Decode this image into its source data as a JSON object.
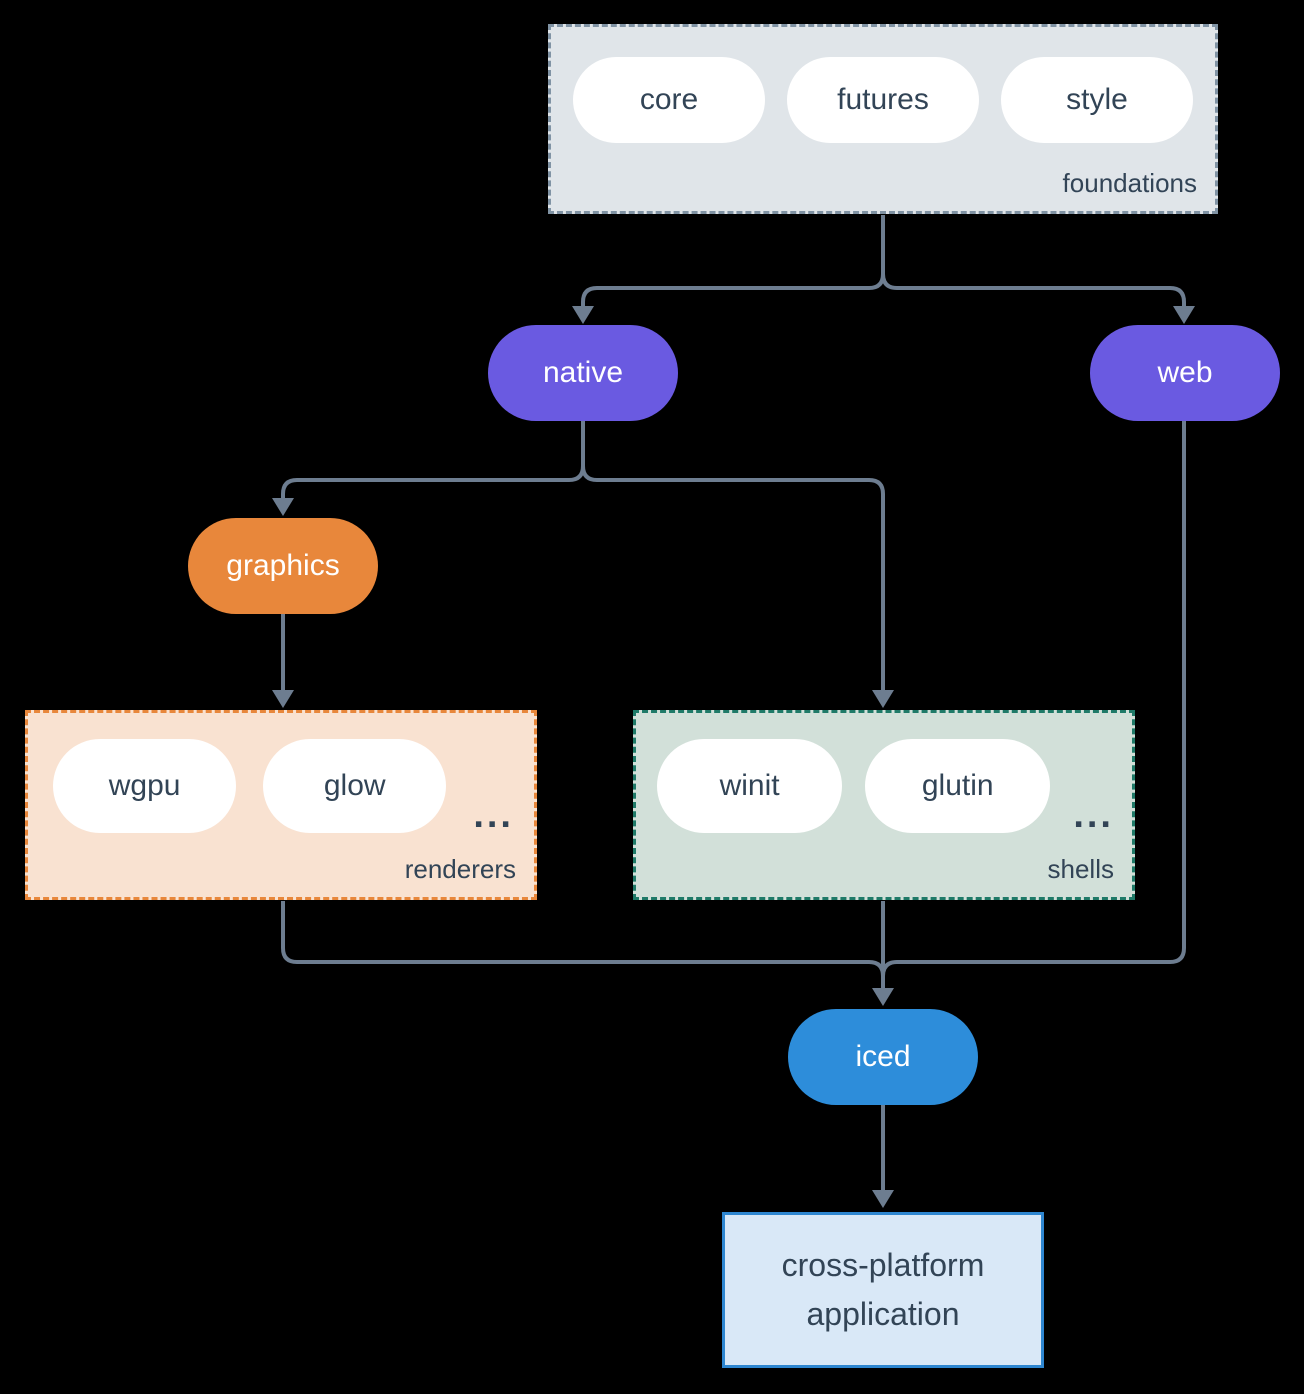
{
  "colors": {
    "background": "#000000",
    "arrow": "#6d7d90",
    "text_dark": "#324456",
    "text_light": "#ffffff",
    "pill_fill": "#ffffff",
    "native_fill": "#6a5ae1",
    "web_fill": "#6a5ae1",
    "graphics_fill": "#e8873b",
    "iced_fill": "#2d8dda",
    "foundations_fill": "#e0e5e9",
    "foundations_border": "#8093a4",
    "renderers_fill": "#f9e2d1",
    "renderers_border": "#e8873b",
    "shells_fill": "#d2e0d9",
    "shells_border": "#1f7a68",
    "application_fill": "#d9e8f7",
    "application_border": "#2e86d0"
  },
  "foundations": {
    "label": "foundations",
    "items": [
      "core",
      "futures",
      "style"
    ]
  },
  "nodes": {
    "native": "native",
    "web": "web",
    "graphics": "graphics",
    "iced": "iced"
  },
  "renderers": {
    "label": "renderers",
    "items": [
      "wgpu",
      "glow"
    ],
    "more": "..."
  },
  "shells": {
    "label": "shells",
    "items": [
      "winit",
      "glutin"
    ],
    "more": "..."
  },
  "application": {
    "line1": "cross-platform",
    "line2": "application"
  }
}
